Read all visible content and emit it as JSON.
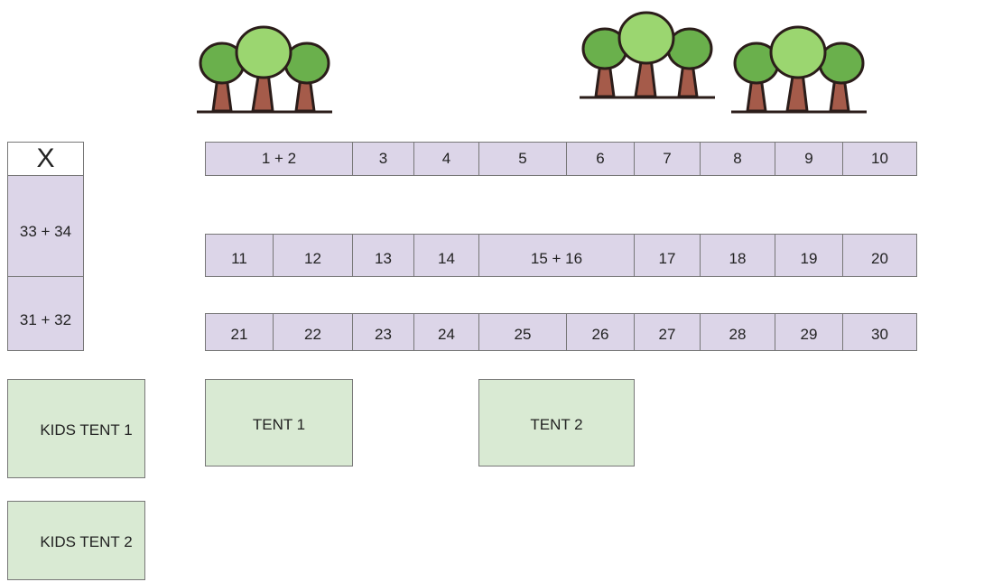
{
  "icons": [
    "tree-cluster-icon",
    "tree-cluster-icon",
    "tree-cluster-icon"
  ],
  "x_marker": "X",
  "side_stalls": [
    "33 + 34",
    "31 + 32"
  ],
  "rows": [
    [
      "1 + 2",
      "3",
      "4",
      "5",
      "6",
      "7",
      "8",
      "9",
      "10"
    ],
    [
      "11",
      "12",
      "13",
      "14",
      "15 + 16",
      "17",
      "18",
      "19",
      "20"
    ],
    [
      "21",
      "22",
      "23",
      "24",
      "25",
      "26",
      "27",
      "28",
      "29",
      "30"
    ]
  ],
  "tents": [
    "TENT 1",
    "TENT 2"
  ],
  "kids_tents": [
    "KIDS TENT 1",
    "KIDS TENT 2"
  ],
  "colors": {
    "stall_fill": "#dcd5e8",
    "tent_fill": "#d9ead3",
    "border": "#777777"
  }
}
